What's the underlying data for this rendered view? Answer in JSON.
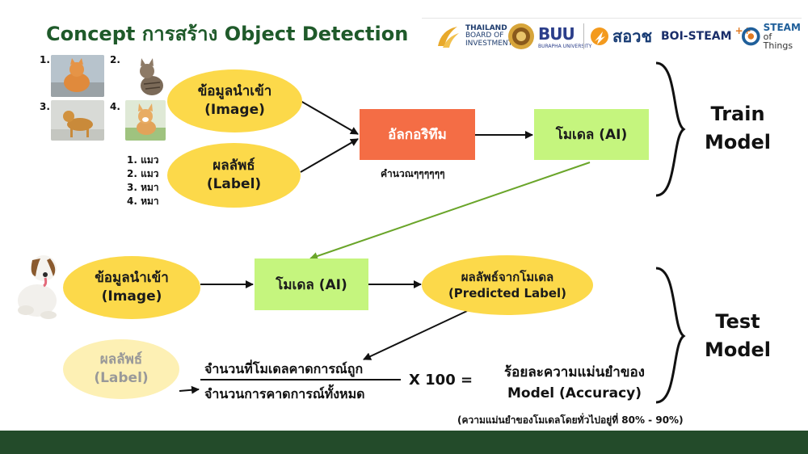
{
  "title": "Concept การสร้าง Object Detection",
  "logos": {
    "boi_line1": "THAILAND",
    "boi_line2": "BOARD OF",
    "boi_line3": "INVESTMENT",
    "buu_main": "BUU",
    "buu_sub": "BURAPHA UNIVERSITY",
    "sorot": "สอวช",
    "boi_steam": "BOI-STEAM",
    "steam_line1": "STEAM",
    "steam_line2": "of Things"
  },
  "train": {
    "images": [
      {
        "num": "1.",
        "animal": "cat",
        "icon": "orange-cat-photo"
      },
      {
        "num": "2.",
        "animal": "cat",
        "icon": "tabby-cat-photo"
      },
      {
        "num": "3.",
        "animal": "dog",
        "icon": "golden-dog-photo"
      },
      {
        "num": "4.",
        "animal": "dog",
        "icon": "corgi-dog-photo"
      }
    ],
    "labels_list": [
      "1. แมว",
      "2. แมว",
      "3. หมา",
      "4. หมา"
    ],
    "input_line1": "ข้อมูลนำเข้า",
    "input_line2": "(Image)",
    "label_line1": "ผลลัพธ์",
    "label_line2": "(Label)",
    "algorithm": "อัลกอริทึม",
    "algorithm_caption": "คำนวณๆๆๆๆๆๆ",
    "model": "โมเดล (AI)",
    "side_line1": "Train",
    "side_line2": "Model"
  },
  "test": {
    "input_line1": "ข้อมูลนำเข้า",
    "input_line2": "(Image)",
    "model": "โมเดล (AI)",
    "predicted_line1": "ผลลัพธ์จากโมเดล",
    "predicted_line2": "(Predicted Label)",
    "label_line1": "ผลลัพธ์",
    "label_line2": "(Label)",
    "numerator": "จำนวนที่โมเดลคาดการณ์ถูก",
    "denominator": "จำนวนการคาดการณ์ทั้งหมด",
    "multiplier": "X 100 =",
    "accuracy_line1": "ร้อยละความแม่นยำของ",
    "accuracy_line2": "Model (Accuracy)",
    "note": "(ความแม่นยำของโมเดลโดยทั่วไปอยู่ที่ 80% - 90%)",
    "side_line1": "Test",
    "side_line2": "Model"
  },
  "colors": {
    "title_green": "#1f5a2a",
    "yellow": "#fcd94a",
    "faded_yellow": "#fdf0b4",
    "lime": "#c5f57e",
    "orange": "#f46d45",
    "arrow_green": "#6aa52a",
    "footer": "#234b2a"
  }
}
